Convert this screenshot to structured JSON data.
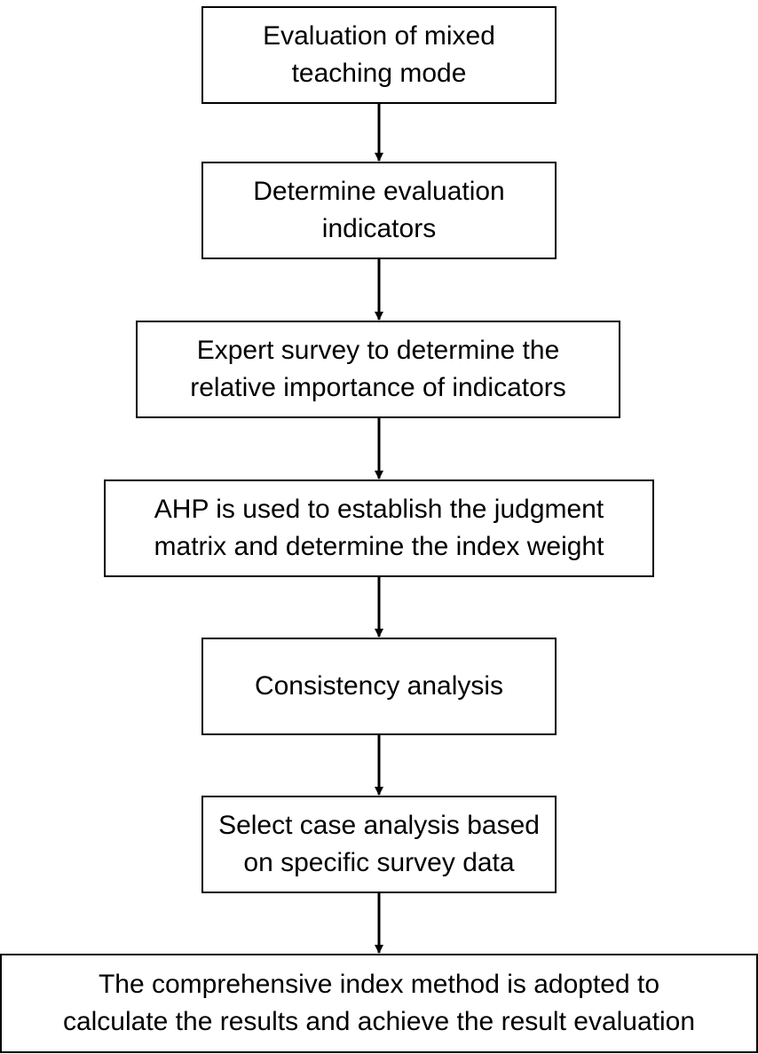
{
  "steps": [
    {
      "id": "s1",
      "lines": [
        "Evaluation of mixed",
        "teaching mode"
      ]
    },
    {
      "id": "s2",
      "lines": [
        "Determine evaluation",
        "indicators"
      ]
    },
    {
      "id": "s3",
      "lines": [
        "Expert survey to determine the",
        "relative importance of indicators"
      ]
    },
    {
      "id": "s4",
      "lines": [
        "AHP is used to establish the judgment",
        "matrix and determine the index weight"
      ]
    },
    {
      "id": "s5",
      "lines": [
        "Consistency analysis"
      ]
    },
    {
      "id": "s6",
      "lines": [
        "Select case analysis based",
        "on specific survey data"
      ]
    },
    {
      "id": "s7",
      "lines": [
        "The comprehensive index method is adopted to",
        "calculate the results and achieve the result evaluation"
      ]
    }
  ],
  "arrows": [
    {
      "from": "s1",
      "to": "s2"
    },
    {
      "from": "s2",
      "to": "s3"
    },
    {
      "from": "s3",
      "to": "s4"
    },
    {
      "from": "s4",
      "to": "s5"
    },
    {
      "from": "s5",
      "to": "s6"
    },
    {
      "from": "s6",
      "to": "s7"
    }
  ],
  "colors": {
    "stroke": "#000000",
    "background": "#ffffff",
    "text": "#000000"
  }
}
